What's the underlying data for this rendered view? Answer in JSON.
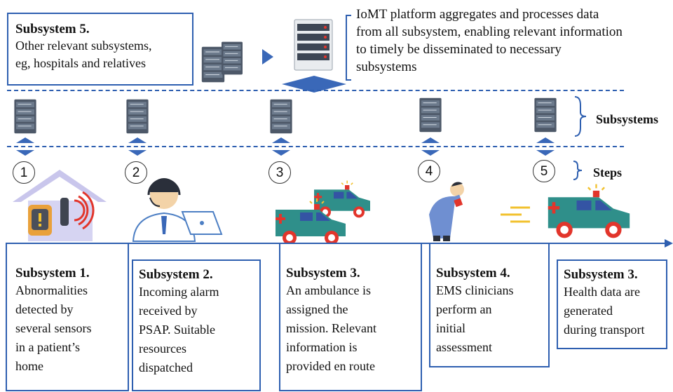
{
  "subsystem5": {
    "title": "Subsystem 5.",
    "body": "Other relevant subsystems,\neg, hospitals and relatives"
  },
  "iomt_note": "IoMT platform aggregates and processes data from all subsystem, enabling relevant information to timely be disseminated to necessary subsystems",
  "labels": {
    "subsystems": "Subsystems",
    "steps": "Steps"
  },
  "steps": [
    "1",
    "2",
    "3",
    "4",
    "5"
  ],
  "bottom_boxes": [
    {
      "title": "Subsystem 1.",
      "body": "Abnormalities\ndetected by\nseveral sensors\nin a patient’s\nhome"
    },
    {
      "title": "Subsystem 2.",
      "body": "Incoming alarm\nreceived by\nPSAP. Suitable\nresources\ndispatched"
    },
    {
      "title": "Subsystem 3.",
      "body": "An ambulance is\nassigned the\nmission. Relevant\ninformation is\nprovided en route"
    },
    {
      "title": "Subsystem 4.",
      "body": "EMS clinicians\nperform an\ninitial\nassessment"
    },
    {
      "title": "Subsystem 3.",
      "body": "Health data are\ngenerated\nduring transport"
    }
  ],
  "colors": {
    "accent_blue": "#2e5fb0",
    "teal": "#2f8f8a",
    "ambulance_red": "#d93a2e",
    "server_dark": "#4a5566"
  },
  "icons": [
    "server-icon",
    "house-icon",
    "operator-icon",
    "ambulance-icon",
    "clinician-icon"
  ]
}
